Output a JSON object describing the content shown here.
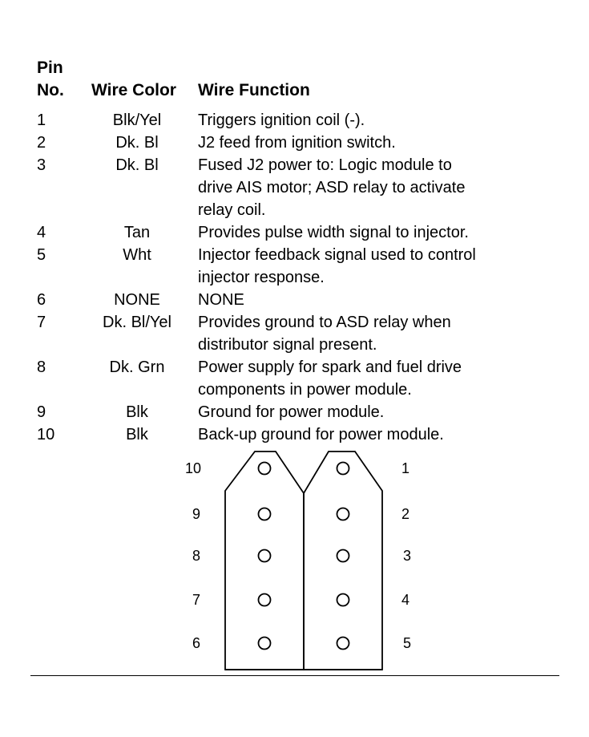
{
  "header": {
    "pin_line1": "Pin",
    "pin_line2": "No.",
    "wire_color": "Wire Color",
    "wire_function": "Wire Function"
  },
  "rows": [
    {
      "pin": "1",
      "color": "Blk/Yel",
      "function": [
        "Triggers ignition coil (-)."
      ]
    },
    {
      "pin": "2",
      "color": "Dk. Bl",
      "function": [
        "J2 feed from ignition switch."
      ]
    },
    {
      "pin": "3",
      "color": "Dk. Bl",
      "function": [
        "Fused J2 power to: Logic module to",
        "drive AIS motor; ASD relay to activate",
        "relay coil."
      ]
    },
    {
      "pin": "4",
      "color": "Tan",
      "function": [
        "Provides pulse width signal to injector."
      ]
    },
    {
      "pin": "5",
      "color": "Wht",
      "function": [
        "Injector feedback signal used to control",
        "injector response."
      ]
    },
    {
      "pin": "6",
      "color": "NONE",
      "function": [
        "NONE"
      ]
    },
    {
      "pin": "7",
      "color": "Dk. Bl/Yel",
      "function": [
        "Provides ground to ASD relay when",
        "distributor signal present."
      ]
    },
    {
      "pin": "8",
      "color": "Dk. Grn",
      "function": [
        "Power supply for spark and fuel drive",
        "components in power module."
      ]
    },
    {
      "pin": "9",
      "color": "Blk",
      "function": [
        "Ground for power module."
      ]
    },
    {
      "pin": "10",
      "color": "Blk",
      "function": [
        "Back-up ground for power module."
      ]
    }
  ],
  "connector": {
    "left_labels": [
      "10",
      "9",
      "8",
      "7",
      "6"
    ],
    "right_labels": [
      "1",
      "2",
      "3",
      "4",
      "5"
    ]
  }
}
